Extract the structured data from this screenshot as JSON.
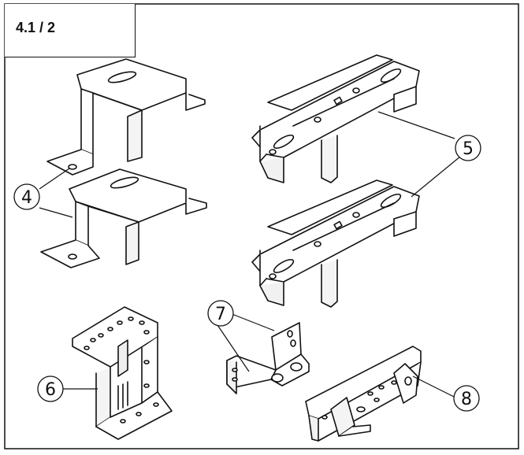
{
  "step": {
    "label": "4.1 / 2"
  },
  "callouts": [
    {
      "id": "4",
      "label": "4"
    },
    {
      "id": "5",
      "label": "5"
    },
    {
      "id": "6",
      "label": "6"
    },
    {
      "id": "7",
      "label": "7"
    },
    {
      "id": "8",
      "label": "8"
    }
  ],
  "colors": {
    "stroke": "#111111",
    "background": "#ffffff"
  }
}
